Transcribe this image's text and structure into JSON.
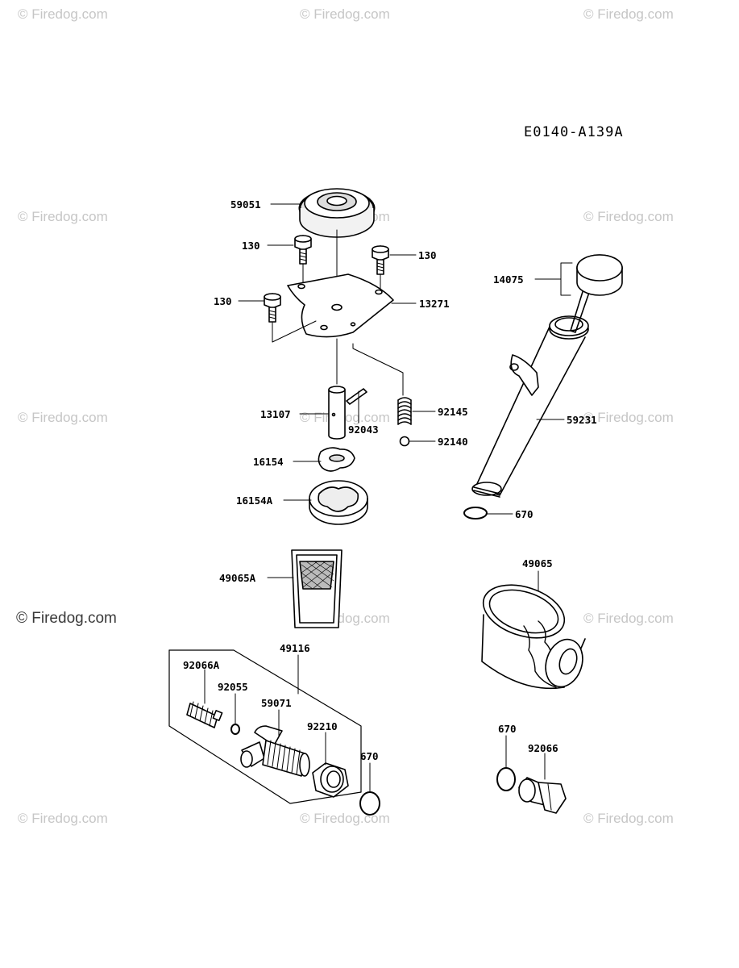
{
  "diagram_code": "E0140-A139A",
  "watermark": {
    "text": "© Firedog.com",
    "prominent_text": "© Firedog.com"
  },
  "parts": [
    {
      "id": "p59051",
      "number": "59051"
    },
    {
      "id": "p130a",
      "number": "130"
    },
    {
      "id": "p130b",
      "number": "130"
    },
    {
      "id": "p130c",
      "number": "130"
    },
    {
      "id": "p13271",
      "number": "13271"
    },
    {
      "id": "p14075",
      "number": "14075"
    },
    {
      "id": "p13107",
      "number": "13107"
    },
    {
      "id": "p92043",
      "number": "92043"
    },
    {
      "id": "p92145",
      "number": "92145"
    },
    {
      "id": "p92140",
      "number": "92140"
    },
    {
      "id": "p59231",
      "number": "59231"
    },
    {
      "id": "p16154",
      "number": "16154"
    },
    {
      "id": "p16154A",
      "number": "16154A"
    },
    {
      "id": "p670a",
      "number": "670"
    },
    {
      "id": "p49065A",
      "number": "49065A"
    },
    {
      "id": "p49065",
      "number": "49065"
    },
    {
      "id": "p49116",
      "number": "49116"
    },
    {
      "id": "p92066A",
      "number": "92066A"
    },
    {
      "id": "p92055",
      "number": "92055"
    },
    {
      "id": "p59071",
      "number": "59071"
    },
    {
      "id": "p92210",
      "number": "92210"
    },
    {
      "id": "p670b",
      "number": "670"
    },
    {
      "id": "p670c",
      "number": "670"
    },
    {
      "id": "p92066",
      "number": "92066"
    }
  ]
}
